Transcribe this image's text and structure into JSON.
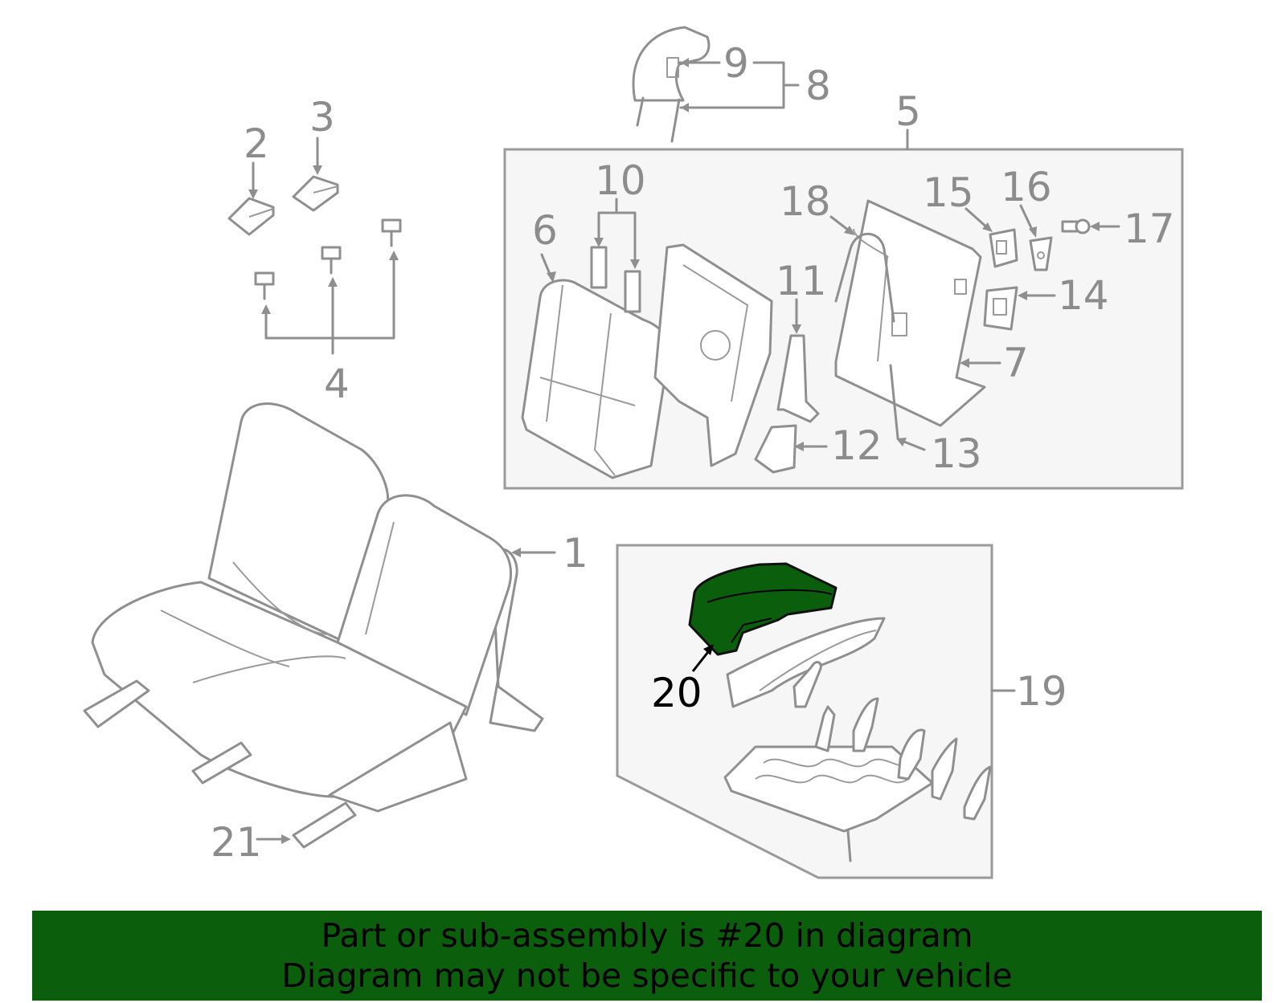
{
  "callouts": {
    "c1": "1",
    "c2": "2",
    "c3": "3",
    "c4": "4",
    "c5": "5",
    "c6": "6",
    "c7": "7",
    "c8": "8",
    "c9": "9",
    "c10": "10",
    "c11": "11",
    "c12": "12",
    "c13": "13",
    "c14": "14",
    "c15": "15",
    "c16": "16",
    "c17": "17",
    "c18": "18",
    "c19": "19",
    "c20": "20",
    "c21": "21"
  },
  "highlight": {
    "part_number": "20",
    "fill_color": "#0b5e0b",
    "callout_color": "#000000"
  },
  "line_color": "#8f8f8f",
  "banner": {
    "line1": "Part or sub-assembly is #20 in diagram",
    "line2": "Diagram may not be specific to your vehicle",
    "background": "#0b5e0b"
  }
}
